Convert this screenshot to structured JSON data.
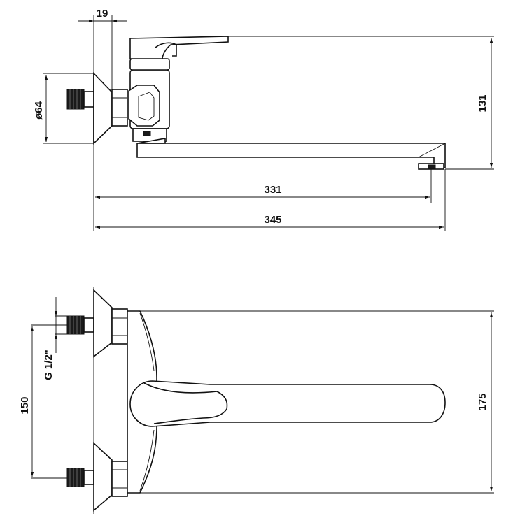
{
  "side_view": {
    "dim_flange": "19",
    "dim_diameter": "ø64",
    "dim_height": "131",
    "dim_reach_inner": "331",
    "dim_reach_total": "345"
  },
  "top_view": {
    "dim_thread": "G 1/2\"",
    "dim_spacing": "150",
    "dim_height": "175"
  }
}
